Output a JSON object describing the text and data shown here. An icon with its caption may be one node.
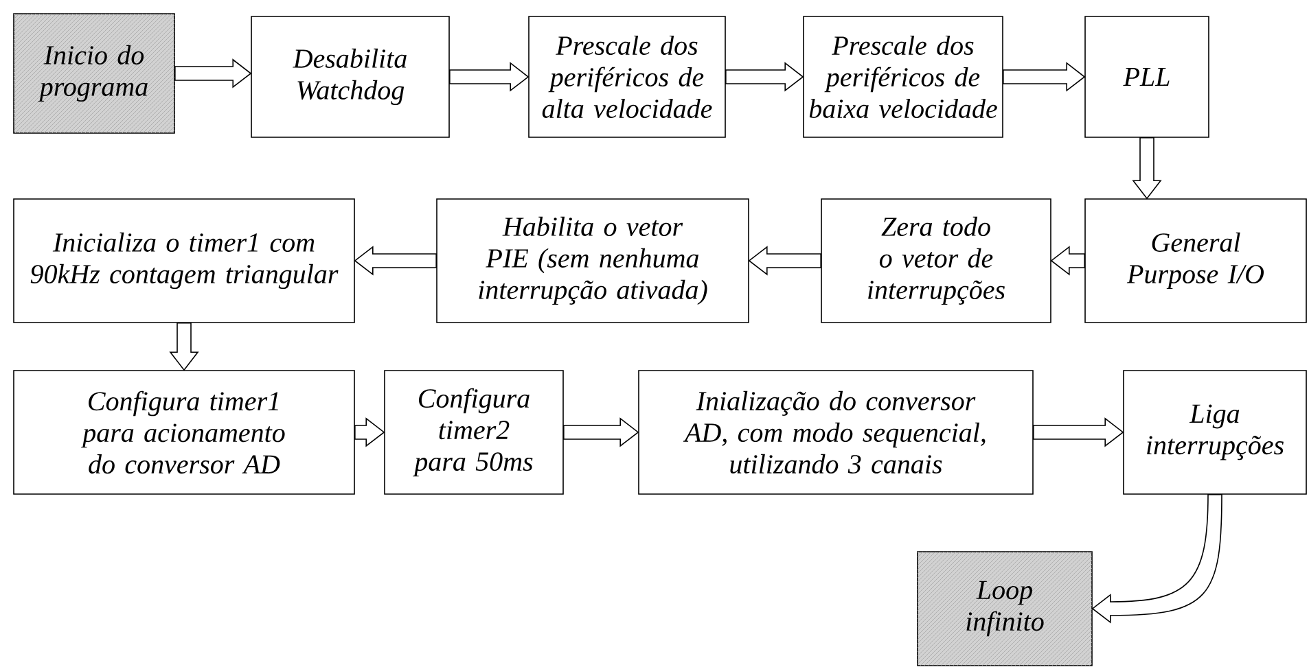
{
  "diagram": {
    "nodes": [
      {
        "text": [
          "Inicio do programa"
        ]
      },
      {
        "text": [
          "Desabilita Watchdog"
        ]
      },
      {
        "text": [
          "Prescale dos periféricos de alta velocidade"
        ]
      },
      {
        "text": [
          "Prescale dos periféricos de baixa velocidade"
        ]
      },
      {
        "text": [
          "PLL"
        ]
      },
      {
        "text": [
          "General Purpose I/O"
        ]
      },
      {
        "text": [
          "Zera todo o vetor de interrupções"
        ]
      },
      {
        "text": [
          "Habilita o vetor PIE (sem nenhuma interrupção ativada)"
        ]
      },
      {
        "text": [
          "Inicializa o timer1 com 90kHz contagem triangular"
        ]
      },
      {
        "text": [
          "Configura timer1 para acionamento do conversor AD"
        ]
      },
      {
        "text": [
          "Configura timer2 para 50ms"
        ]
      },
      {
        "text": [
          "Inialização do conversor AD, com modo sequencial, utilizando 3 canais"
        ]
      },
      {
        "text": [
          "Liga interrupções"
        ]
      },
      {
        "text": [
          "Loop infinito"
        ]
      }
    ],
    "edges": [
      {
        "from": 0,
        "to": 1,
        "arrow": "to"
      },
      {
        "from": 1,
        "to": 2,
        "arrow": "to"
      },
      {
        "from": 2,
        "to": 3,
        "arrow": "to"
      },
      {
        "from": 3,
        "to": 4,
        "arrow": "to"
      },
      {
        "from": 4,
        "to": 5,
        "arrow": "to"
      },
      {
        "from": 5,
        "to": 6,
        "arrow": "to"
      },
      {
        "from": 6,
        "to": 7,
        "arrow": "to"
      },
      {
        "from": 7,
        "to": 8,
        "arrow": "to"
      },
      {
        "from": 8,
        "to": 9,
        "arrow": "to"
      },
      {
        "from": 9,
        "to": 10,
        "arrow": "to"
      },
      {
        "from": 10,
        "to": 11,
        "arrow": "to"
      },
      {
        "from": 11,
        "to": 12,
        "arrow": "to"
      },
      {
        "from": 12,
        "to": 13,
        "arrow": "to"
      }
    ]
  }
}
